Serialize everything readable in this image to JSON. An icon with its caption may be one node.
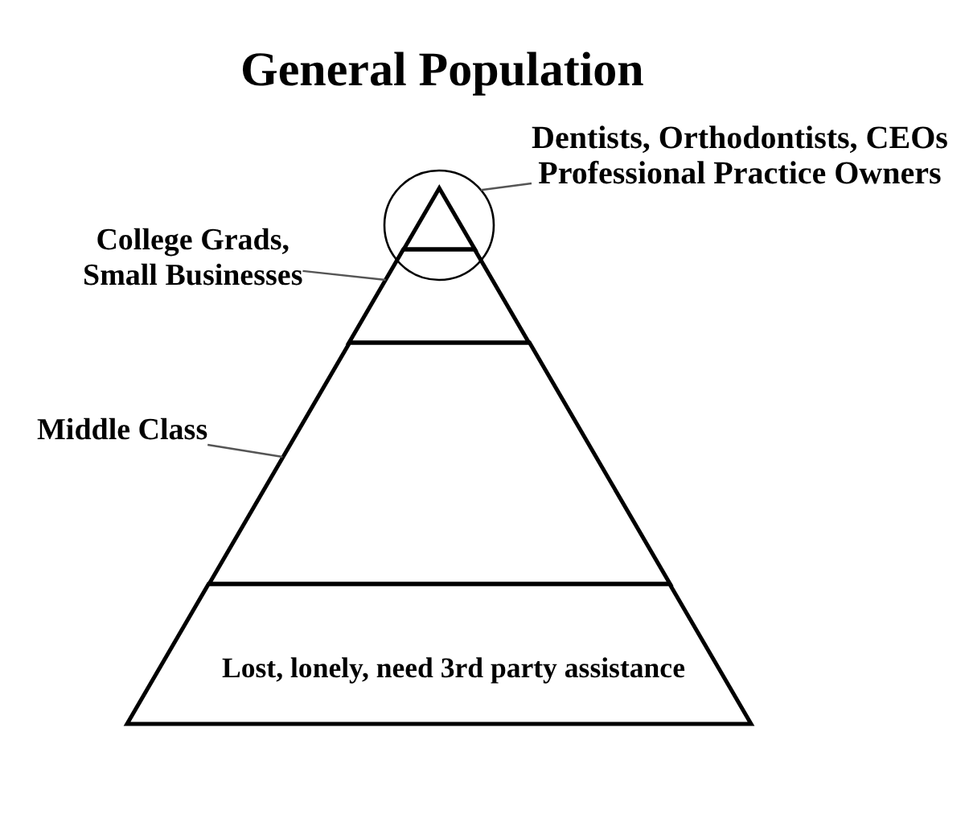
{
  "diagram": {
    "title": "General Population",
    "nodes": [
      {
        "text": [
          "Dentists, Orthodontists, CEOs Professional Practice Owners"
        ]
      },
      {
        "text": [],
        "shape": "circle"
      },
      {
        "text": [],
        "shape": "triangle",
        "in": 1
      },
      {
        "text": [
          "College Grads, Small Businesses"
        ]
      },
      {
        "text": [],
        "shape": "trapezoid"
      },
      {
        "text": [
          "Middle Class"
        ]
      },
      {
        "text": [],
        "shape": "trapezoid"
      },
      {
        "text": [
          "Lost, lonely, need 3rd party assistance"
        ]
      }
    ],
    "edges": [
      {
        "from": 0,
        "to": 1,
        "arrow": "none"
      },
      {
        "from": 3,
        "to": 4,
        "arrow": "none"
      },
      {
        "from": 5,
        "to": 6,
        "arrow": "none"
      }
    ]
  }
}
